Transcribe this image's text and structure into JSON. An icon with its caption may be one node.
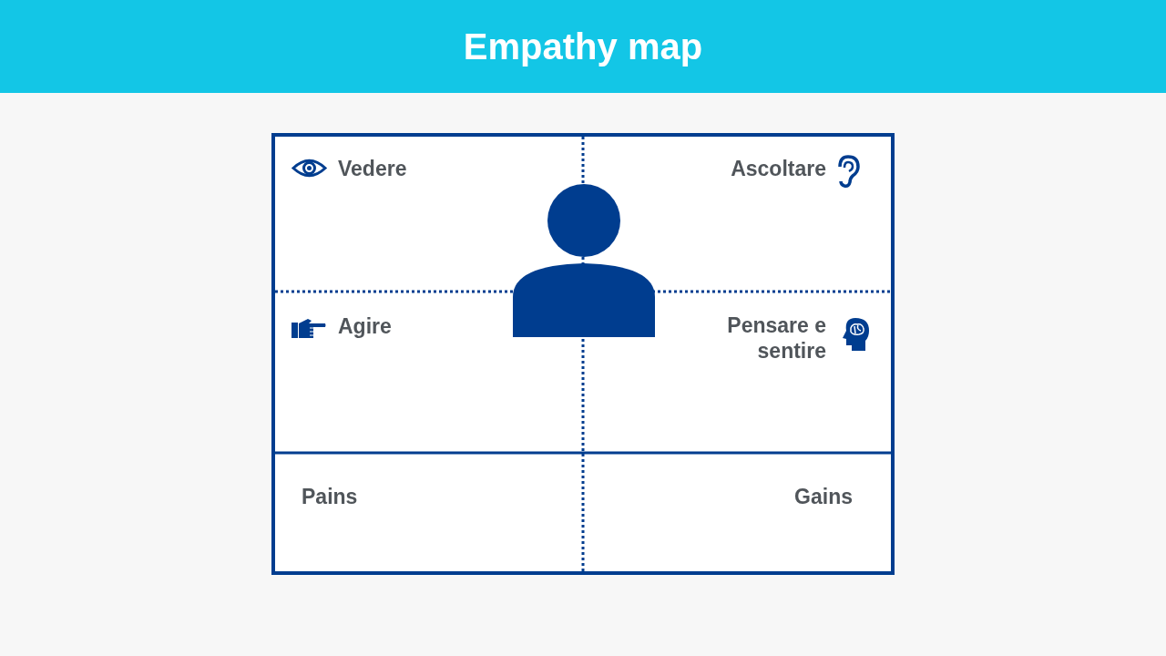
{
  "diagram": {
    "title": "Empathy map",
    "nodes": [
      {
        "text": [
          "Vedere"
        ]
      },
      {
        "text": [
          "Ascoltare"
        ]
      },
      {
        "text": [
          "Agire"
        ]
      },
      {
        "text": [
          "Pensare e sentire"
        ]
      },
      {
        "text": [
          "Pains"
        ]
      },
      {
        "text": [
          "Gains"
        ]
      },
      {
        "text": [],
        "shape": "person"
      }
    ],
    "edges": []
  }
}
